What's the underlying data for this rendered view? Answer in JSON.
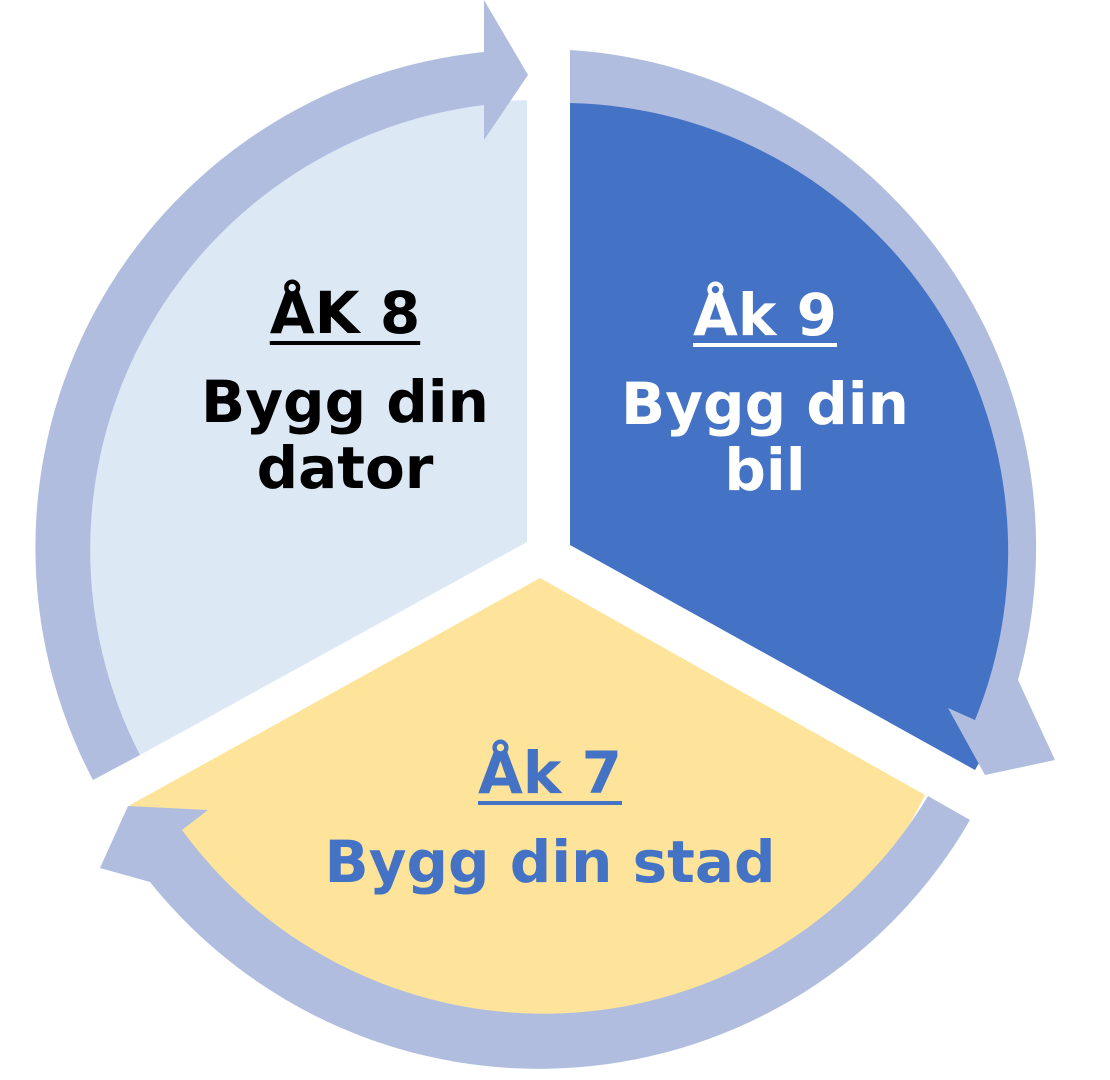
{
  "diagram": {
    "type": "cycle",
    "colors": {
      "arrow": "#b0bddf",
      "seg_ak8": "#dde8f5",
      "seg_ak9": "#4472c4",
      "seg_ak7": "#fde49a",
      "text_ak8": "#000000",
      "text_ak9": "#ffffff",
      "text_ak7": "#4472c4"
    },
    "segments": [
      {
        "id": "ak8",
        "heading": "ÅK 8",
        "line1": "Bygg din",
        "line2": "dator"
      },
      {
        "id": "ak9",
        "heading": "Åk 9",
        "line1": "Bygg din",
        "line2": "bil"
      },
      {
        "id": "ak7",
        "heading": "Åk 7",
        "line1": "Bygg din stad",
        "line2": ""
      }
    ]
  }
}
